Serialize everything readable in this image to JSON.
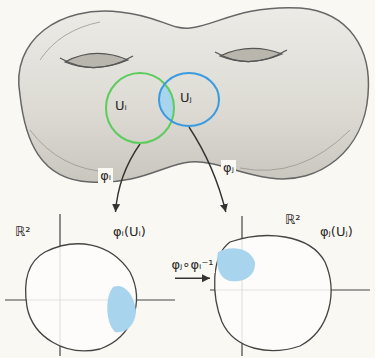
{
  "diagram": {
    "nodes": [
      {
        "text": [
          "Uᵢ"
        ]
      },
      {
        "text": [
          "Uⱼ"
        ]
      },
      {
        "text": [
          "ℝ²",
          "φᵢ(Uᵢ)"
        ]
      },
      {
        "text": [
          "ℝ²",
          "φⱼ(Uⱼ)"
        ]
      }
    ],
    "edges": [
      {
        "from": 0,
        "to": 2,
        "arrow": "to",
        "label": "φᵢ"
      },
      {
        "from": 1,
        "to": 3,
        "arrow": "to",
        "label": "φⱼ"
      },
      {
        "from": 2,
        "to": 3,
        "arrow": "to",
        "label": "φⱼ∘φᵢ⁻¹"
      }
    ]
  }
}
